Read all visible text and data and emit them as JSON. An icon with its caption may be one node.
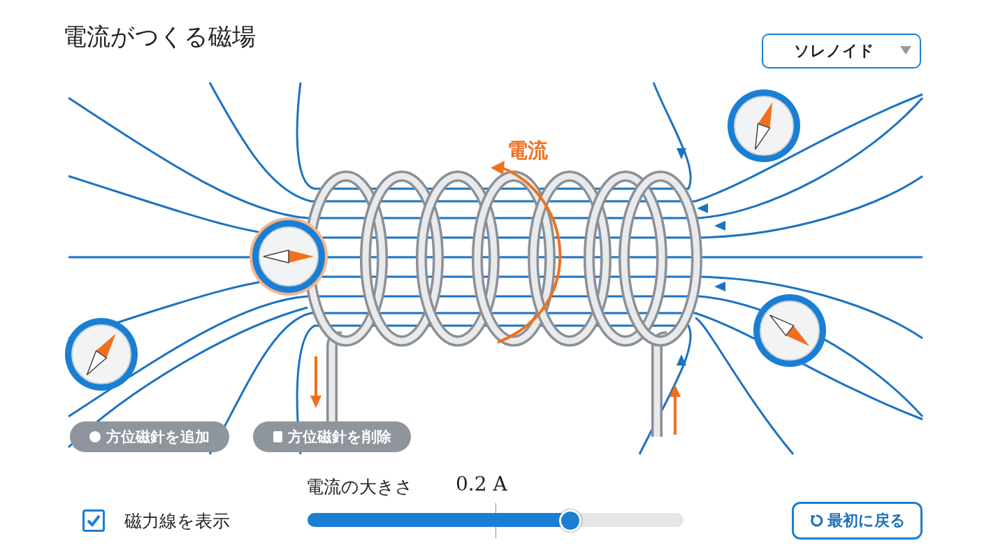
{
  "diagram": {
    "title": "電流がつくる磁場",
    "labels": [
      "ソレノイド",
      "電流",
      "方位磁針を追加",
      "方位磁針を削除",
      "電流の大きさ",
      "0.2 A",
      "磁力線を表示",
      "最初に戻る"
    ]
  }
}
